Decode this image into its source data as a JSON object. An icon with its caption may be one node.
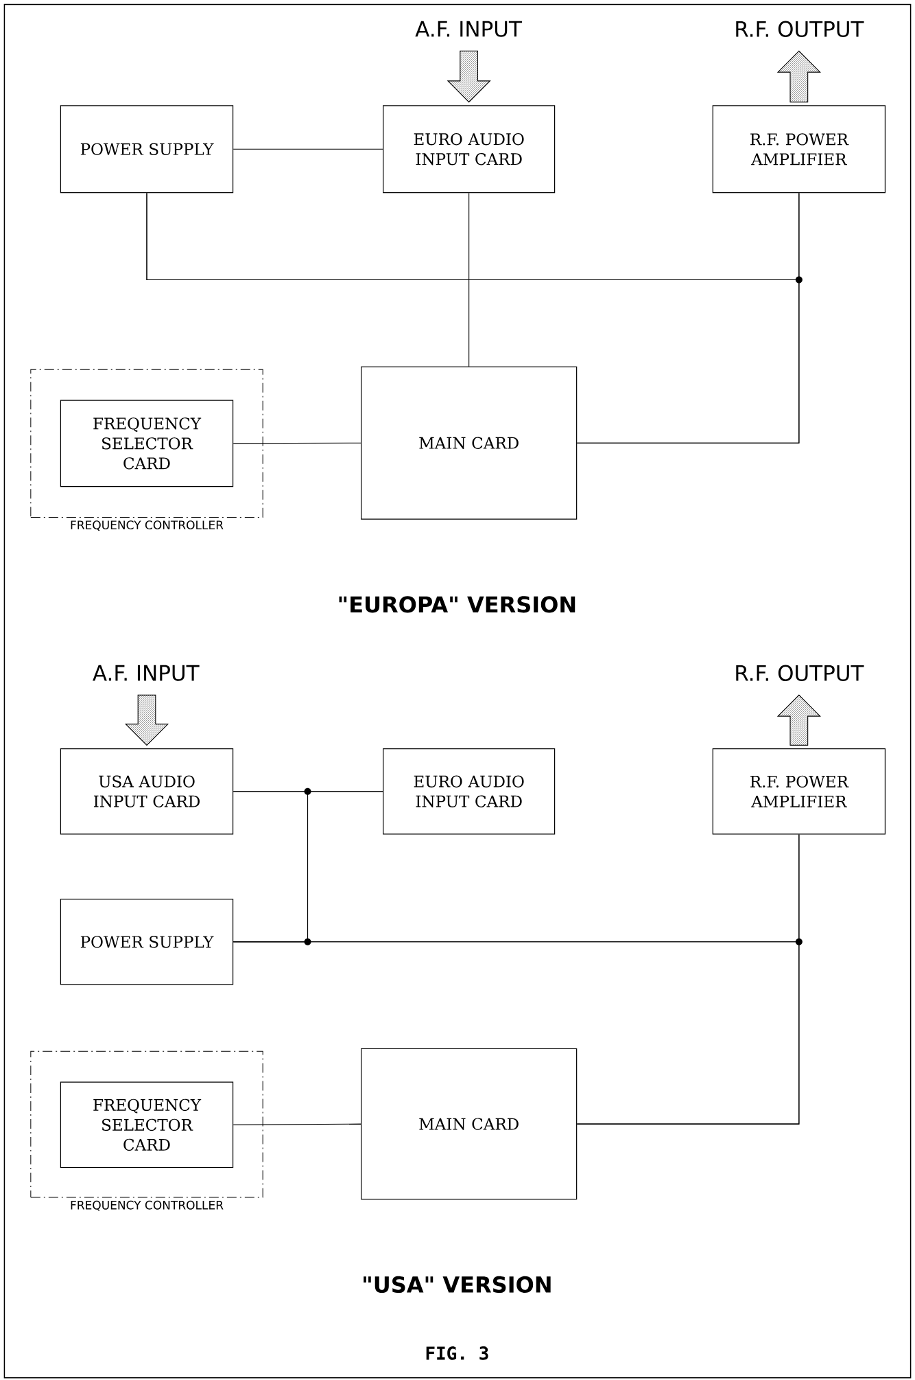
{
  "diagram": {
    "caption": "FIG. 3",
    "nodes": [
      {
        "text": [
          "POWER SUPPLY"
        ]
      },
      {
        "text": [
          "EURO AUDIO INPUT CARD"
        ]
      },
      {
        "text": [
          "R.F. POWER AMPLIFIER"
        ]
      },
      {
        "text": [
          "FREQUENCY CONTROLLER"
        ]
      },
      {
        "text": [
          "FREQUENCY SELECTOR CARD"
        ],
        "in": 3
      },
      {
        "text": [
          "MAIN CARD"
        ]
      },
      {
        "text": [
          "A.F. INPUT"
        ]
      },
      {
        "text": [
          "R.F. OUTPUT"
        ]
      },
      {
        "text": [
          "USA AUDIO INPUT CARD"
        ]
      },
      {
        "text": [
          "EURO AUDIO INPUT CARD"
        ]
      },
      {
        "text": [
          "R.F. POWER AMPLIFIER"
        ]
      },
      {
        "text": [
          "POWER SUPPLY"
        ]
      },
      {
        "text": [
          "FREQUENCY CONTROLLER"
        ]
      },
      {
        "text": [
          "FREQUENCY SELECTOR CARD"
        ],
        "in": 12
      },
      {
        "text": [
          "MAIN CARD"
        ]
      },
      {
        "text": [
          "A.F. INPUT"
        ]
      },
      {
        "text": [
          "R.F. OUTPUT"
        ]
      }
    ],
    "edges": [
      {
        "from": 0,
        "to": 1,
        "arrow": "none"
      },
      {
        "from": 0,
        "to": 2,
        "arrow": "none"
      },
      {
        "from": 0,
        "to": 5,
        "arrow": "none"
      },
      {
        "from": 2,
        "to": 5,
        "arrow": "none"
      },
      {
        "from": 1,
        "to": 5,
        "arrow": "none"
      },
      {
        "from": 4,
        "to": 5,
        "arrow": "none"
      },
      {
        "from": 6,
        "to": 1,
        "arrow": "to"
      },
      {
        "from": 2,
        "to": 7,
        "arrow": "to"
      },
      {
        "from": 8,
        "to": 9,
        "arrow": "none"
      },
      {
        "from": 8,
        "to": 11,
        "arrow": "none"
      },
      {
        "from": 9,
        "to": 11,
        "arrow": "none"
      },
      {
        "from": 11,
        "to": 10,
        "arrow": "none"
      },
      {
        "from": 11,
        "to": 14,
        "arrow": "none"
      },
      {
        "from": 10,
        "to": 14,
        "arrow": "none"
      },
      {
        "from": 13,
        "to": 14,
        "arrow": "none"
      },
      {
        "from": 15,
        "to": 8,
        "arrow": "to"
      },
      {
        "from": 10,
        "to": 16,
        "arrow": "to"
      }
    ],
    "labels": [
      "\"EUROPA\" VERSION",
      "\"USA\" VERSION"
    ]
  }
}
